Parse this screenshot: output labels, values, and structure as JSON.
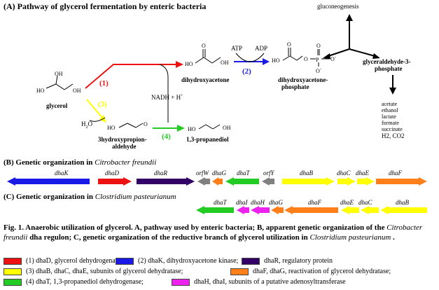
{
  "panel_a": {
    "title": "(A) Pathway of glycerol fermentation by enteric bacteria",
    "glycerol": "glycerol",
    "dihydroxyacetone": "dihydroxyacetone",
    "dhap_line1": "dihydroxyacetone-",
    "dhap_line2": "phosphate",
    "gap_line1": "glyceraldehyde-3-",
    "gap_line2": "phosphate",
    "gluconeogenesis": "gluconeogenesis",
    "hpa_line1": "3hydroxypropion-",
    "hpa_line2": "aldehyde",
    "propanediol": "1,3-propanediol",
    "atp": "ATP",
    "adp": "ADP",
    "nadh": "NADH + H",
    "nadh_sup": "+",
    "h2o": "H",
    "h2o_sub": "2",
    "h2o_tail": "O",
    "step1": "(1)",
    "step2": "(2)",
    "step3": "(3)",
    "step4": "(4)",
    "products": [
      "acetate",
      "ethanol",
      "lactate",
      "formate",
      "succinate"
    ],
    "products_last": "H2, CO2",
    "atoms": {
      "ho": "HO",
      "oh": "OH",
      "o": "O",
      "p": "P",
      "o_minus": "O",
      "minus": "-"
    }
  },
  "panel_b": {
    "title_prefix": "(B) Genetic organization in ",
    "title_species": "Citrobacter freundii",
    "genes": [
      {
        "label": "dhaK",
        "color": "#1a1ae6",
        "dir": "left"
      },
      {
        "label": "dhaD",
        "color": "#ee1111",
        "dir": "right"
      },
      {
        "label": "dhaR",
        "color": "#330066",
        "dir": "right"
      },
      {
        "label": "orfW",
        "color": "#808080",
        "dir": "left"
      },
      {
        "label": "dhaG",
        "color": "#ff7f1a",
        "dir": "left"
      },
      {
        "label": "dhaT",
        "color": "#22cc22",
        "dir": "left"
      },
      {
        "label": "orfY",
        "color": "#808080",
        "dir": "left"
      },
      {
        "label": "dhaB",
        "color": "#ffff00",
        "dir": "right"
      },
      {
        "label": "dhaC",
        "color": "#ffff00",
        "dir": "right"
      },
      {
        "label": "dhaE",
        "color": "#ffff00",
        "dir": "right"
      },
      {
        "label": "dhaF",
        "color": "#ff7f1a",
        "dir": "right"
      }
    ]
  },
  "panel_c": {
    "title_prefix": "(C) Genetic organization in ",
    "title_species": "Clostridium pasteurianum",
    "genes": [
      {
        "label": "dhaT",
        "color": "#22cc22",
        "dir": "left"
      },
      {
        "label": "dhaI",
        "color": "#ee22ee",
        "dir": "left"
      },
      {
        "label": "dhaH",
        "color": "#ee22ee",
        "dir": "left"
      },
      {
        "label": "dhaG",
        "color": "#ff7f1a",
        "dir": "left"
      },
      {
        "label": "dhaF",
        "color": "#ff7f1a",
        "dir": "left"
      },
      {
        "label": "dhaE",
        "color": "#ffff00",
        "dir": "left"
      },
      {
        "label": "dhaC",
        "color": "#ffff00",
        "dir": "left"
      },
      {
        "label": "dhaB",
        "color": "#ffff00",
        "dir": "left"
      }
    ]
  },
  "caption": {
    "part1": "Fig. 1. Anaerobic utilization of glycerol. A, pathway used by enteric bacteria; B, apparent genetic organization of the ",
    "species1": "Citrobacter freundii",
    "part2": " dha regulon; C, genetic organization of the reductive branch of glycerol utilization in ",
    "species2": "Clostridium pasteurianum",
    "part3": " ."
  },
  "legend": [
    {
      "color": "#ee1111",
      "text": "(1) dhaD, glycerol dehydrogenase;"
    },
    {
      "color": "#1a1ae6",
      "text": "(2) dhaK, dihydroxyacetone kinase;"
    },
    {
      "color": "#330066",
      "text": "dhaR, regulatory protein"
    },
    {
      "color": "#ffff00",
      "text": "(3) dhaB, dhaC, dhaE, subunits of glycerol dehydratase;"
    },
    {
      "color": "#ff7f1a",
      "text": "dhaF, dhaG, reactivation of glycerol dehydratase;"
    },
    {
      "color": "#22cc22",
      "text": "(4) dhaT, 1,3-propanediol dehydrogenase;"
    },
    {
      "color": "#ee22ee",
      "text": "dhaH, dhaI, subunits of a putative adenosyltransferase"
    }
  ]
}
